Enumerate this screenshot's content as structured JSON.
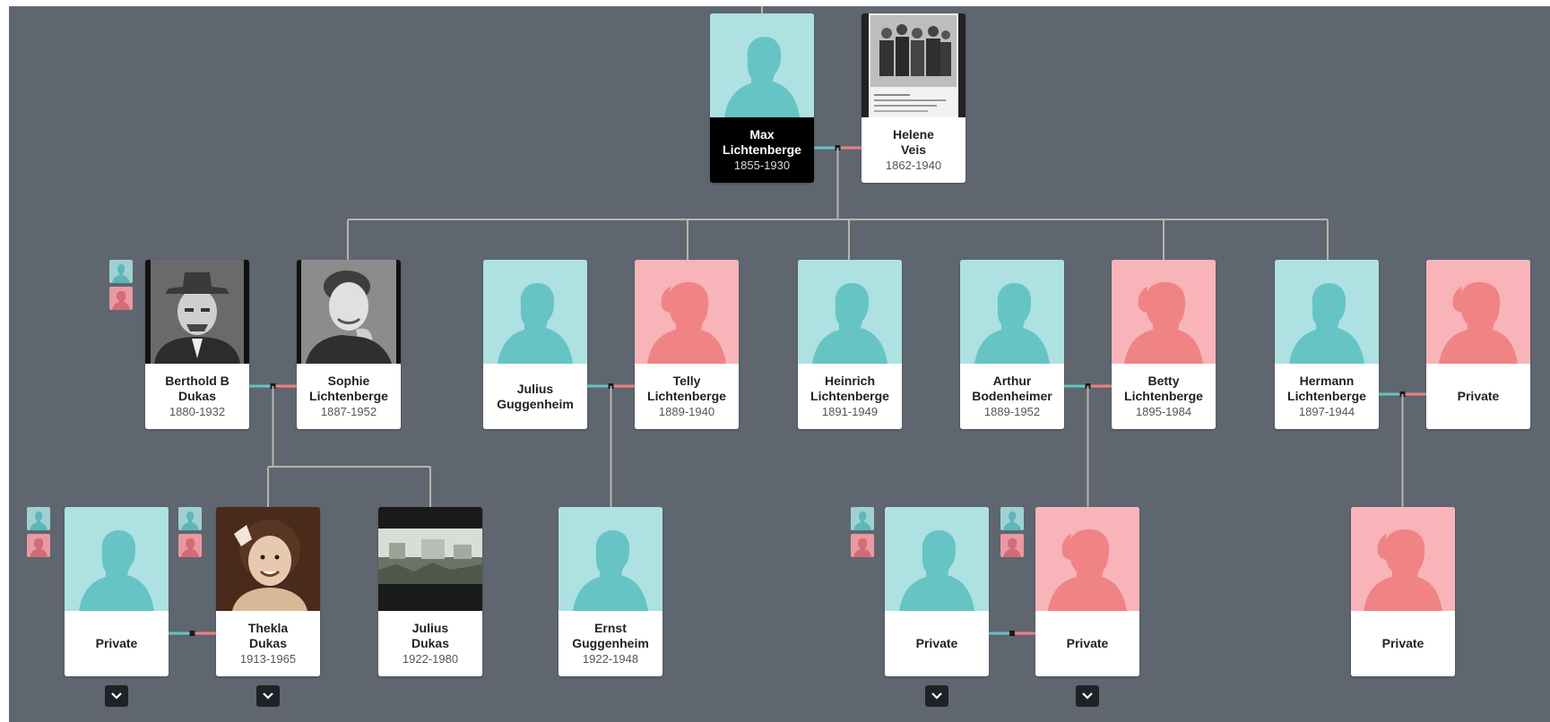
{
  "colors": {
    "background": "#5f6670",
    "male_tile": "#aee1e1",
    "male_silhouette": "#66c4c4",
    "female_tile": "#f8b4b9",
    "female_silhouette": "#f08484",
    "spouse_link_male": "#66c4c4",
    "spouse_link_female": "#ef8080",
    "connector": "#b5b5aa"
  },
  "people": {
    "max": {
      "name": "Max\nLichtenberge",
      "years": "1855-1930",
      "gender": "male",
      "photo": "silhouette-male-icon"
    },
    "helene": {
      "name": "Helene\nVeis",
      "years": "1862-1940",
      "gender": "female",
      "photo": "group-photo-document"
    },
    "berthold": {
      "name": "Berthold B\nDukas",
      "years": "1880-1932",
      "gender": "male",
      "photo": "portrait-man-hat-photo"
    },
    "sophie": {
      "name": "Sophie\nLichtenberge",
      "years": "1887-1952",
      "gender": "female",
      "photo": "portrait-woman-photo"
    },
    "julius_g": {
      "name": "Julius\nGuggenheim",
      "years": "",
      "gender": "male",
      "photo": "silhouette-male-icon"
    },
    "telly": {
      "name": "Telly\nLichtenberge",
      "years": "1889-1940",
      "gender": "female",
      "photo": "silhouette-female-icon"
    },
    "heinrich": {
      "name": "Heinrich\nLichtenberge",
      "years": "1891-1949",
      "gender": "male",
      "photo": "silhouette-male-icon"
    },
    "arthur": {
      "name": "Arthur\nBodenheimer",
      "years": "1889-1952",
      "gender": "male",
      "photo": "silhouette-male-icon"
    },
    "betty": {
      "name": "Betty\nLichtenberge",
      "years": "1895-1984",
      "gender": "female",
      "photo": "silhouette-female-icon"
    },
    "hermann": {
      "name": "Hermann\nLichtenberge",
      "years": "1897-1944",
      "gender": "male",
      "photo": "silhouette-male-icon"
    },
    "private_hw": {
      "name": "Private",
      "years": "",
      "gender": "female",
      "photo": "silhouette-female-icon"
    },
    "private_tm": {
      "name": "Private",
      "years": "",
      "gender": "male",
      "photo": "silhouette-male-icon"
    },
    "thekla": {
      "name": "Thekla\nDukas",
      "years": "1913-1965",
      "gender": "female",
      "photo": "portrait-girl-photo"
    },
    "julius_d": {
      "name": "Julius\nDukas",
      "years": "1922-1980",
      "gender": "male",
      "photo": "landscape-photo"
    },
    "ernst": {
      "name": "Ernst\nGuggenheim",
      "years": "1922-1948",
      "gender": "male",
      "photo": "silhouette-male-icon"
    },
    "private_bm": {
      "name": "Private",
      "years": "",
      "gender": "male",
      "photo": "silhouette-male-icon"
    },
    "private_bf": {
      "name": "Private",
      "years": "",
      "gender": "female",
      "photo": "silhouette-female-icon"
    },
    "private_hc": {
      "name": "Private",
      "years": "",
      "gender": "female",
      "photo": "silhouette-female-icon"
    }
  },
  "icons": {
    "expand": "chevron-down-icon",
    "parents_toggle": "parents-toggle-icon"
  }
}
